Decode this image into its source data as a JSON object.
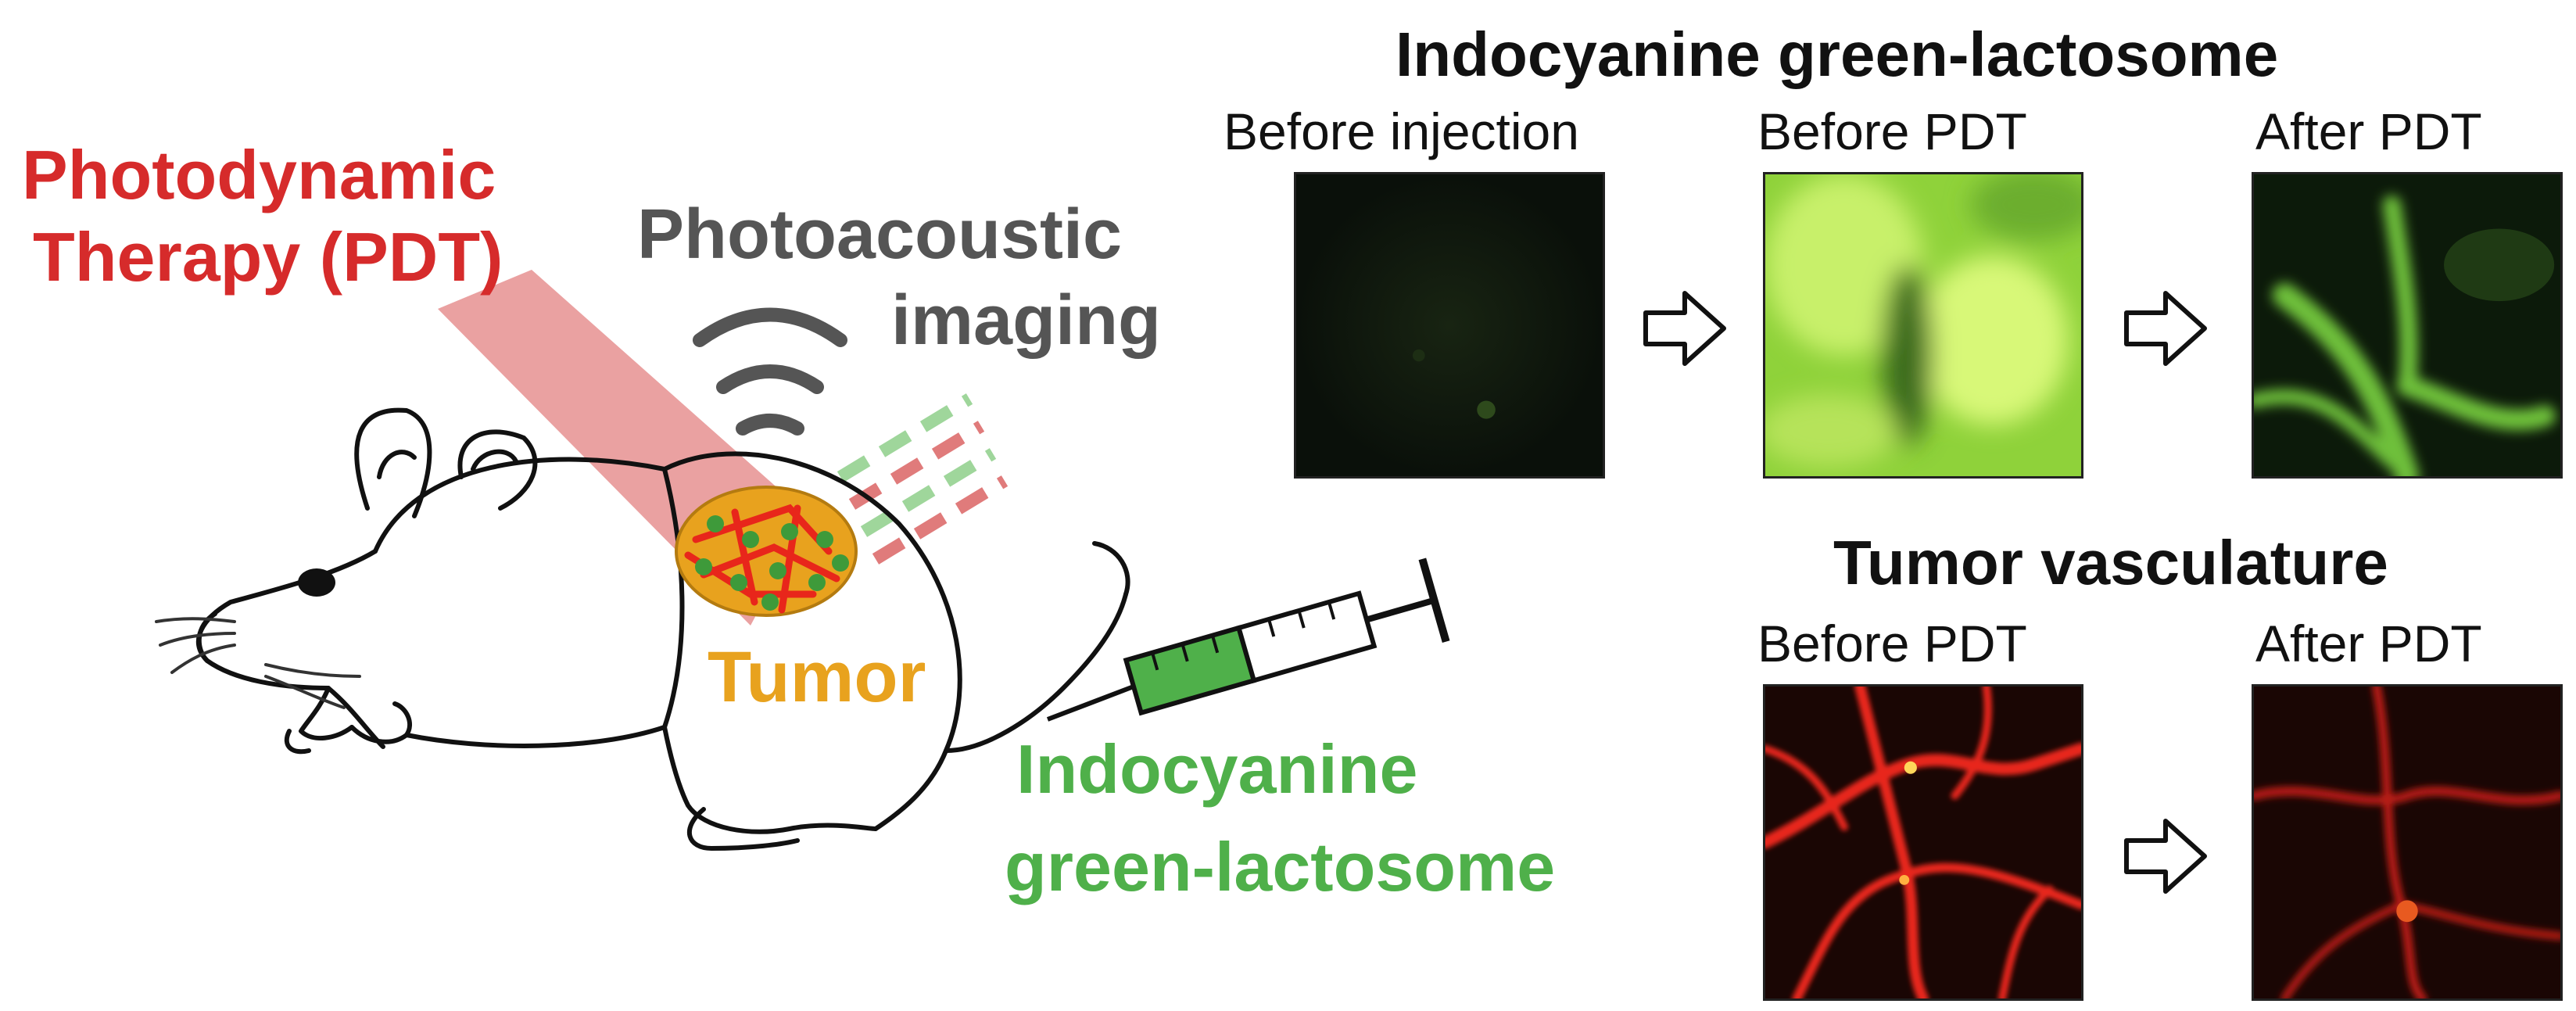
{
  "labels": {
    "pdt_line1": "Photodynamic",
    "pdt_line2": "Therapy (PDT)",
    "pa_line1": "Photoacoustic",
    "pa_line2": "imaging",
    "tumor": "Tumor",
    "agent_line1": "Indocyanine",
    "agent_line2": "green-lactosome"
  },
  "panels": {
    "icg": {
      "title": "Indocyanine green-lactosome",
      "stages": [
        "Before injection",
        "Before PDT",
        "After PDT"
      ]
    },
    "vascular": {
      "title": "Tumor vasculature",
      "stages": [
        "Before PDT",
        "After PDT"
      ]
    }
  },
  "colors": {
    "pdt_red": "#d62b2b",
    "pa_gray": "#555555",
    "tumor_orange": "#e8a21e",
    "agent_green": "#4fb04a",
    "laser_pink": "#e58a8a",
    "signal_green": "#9fd69b",
    "signal_red": "#e07b7b",
    "vessel_red": "#e8261b"
  },
  "icons": [
    "mouse-illustration",
    "laser-beam",
    "sound-wave-icon",
    "syringe-icon",
    "hollow-arrow-icon"
  ]
}
